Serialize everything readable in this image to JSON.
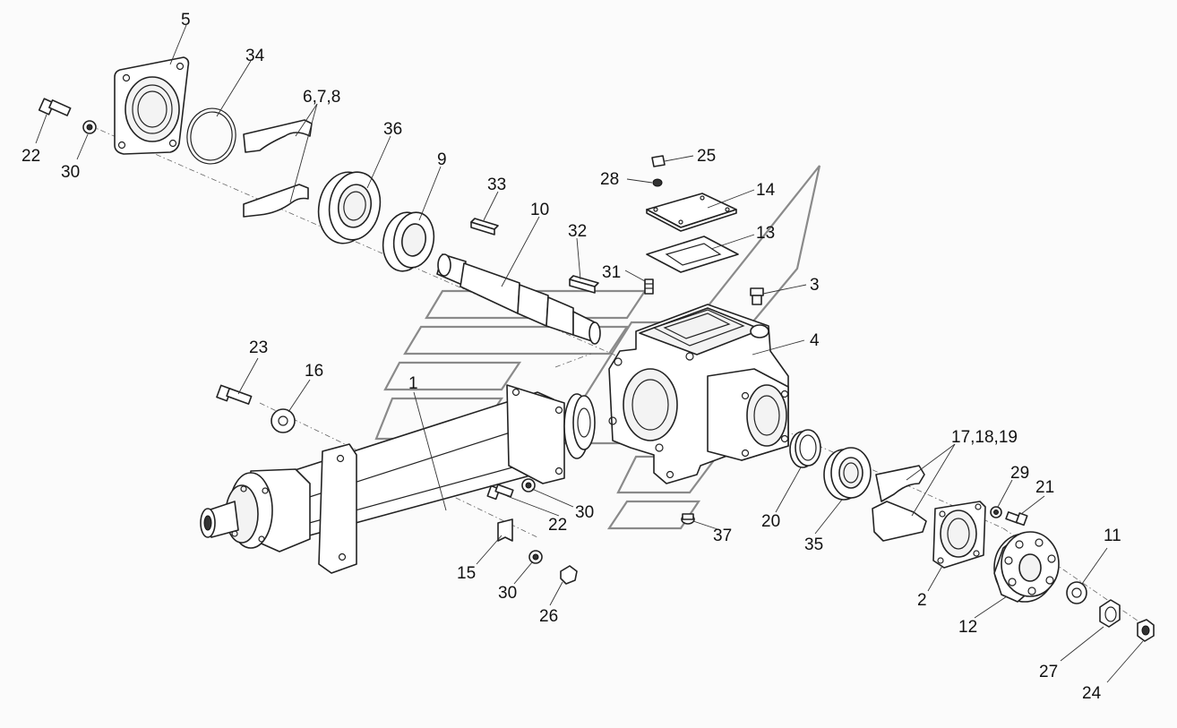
{
  "callouts": [
    {
      "id": "5",
      "text": "5"
    },
    {
      "id": "34",
      "text": "34"
    },
    {
      "id": "678",
      "text": "6,7,8"
    },
    {
      "id": "22a",
      "text": "22"
    },
    {
      "id": "30a",
      "text": "30"
    },
    {
      "id": "36",
      "text": "36"
    },
    {
      "id": "9",
      "text": "9"
    },
    {
      "id": "33",
      "text": "33"
    },
    {
      "id": "10",
      "text": "10"
    },
    {
      "id": "32",
      "text": "32"
    },
    {
      "id": "31",
      "text": "31"
    },
    {
      "id": "25",
      "text": "25"
    },
    {
      "id": "28",
      "text": "28"
    },
    {
      "id": "14",
      "text": "14"
    },
    {
      "id": "13",
      "text": "13"
    },
    {
      "id": "3",
      "text": "3"
    },
    {
      "id": "4",
      "text": "4"
    },
    {
      "id": "23",
      "text": "23"
    },
    {
      "id": "16",
      "text": "16"
    },
    {
      "id": "1",
      "text": "1"
    },
    {
      "id": "22b",
      "text": "22"
    },
    {
      "id": "30b",
      "text": "30"
    },
    {
      "id": "37",
      "text": "37"
    },
    {
      "id": "15",
      "text": "15"
    },
    {
      "id": "30c",
      "text": "30"
    },
    {
      "id": "26",
      "text": "26"
    },
    {
      "id": "171819",
      "text": "17,18,19"
    },
    {
      "id": "29",
      "text": "29"
    },
    {
      "id": "21",
      "text": "21"
    },
    {
      "id": "20",
      "text": "20"
    },
    {
      "id": "35",
      "text": "35"
    },
    {
      "id": "11",
      "text": "11"
    },
    {
      "id": "2",
      "text": "2"
    },
    {
      "id": "12",
      "text": "12"
    },
    {
      "id": "27",
      "text": "27"
    },
    {
      "id": "24",
      "text": "24"
    }
  ],
  "colors": {
    "line": "#222222",
    "watermark": "#8a8a8a",
    "background": "#fbfbfb"
  }
}
